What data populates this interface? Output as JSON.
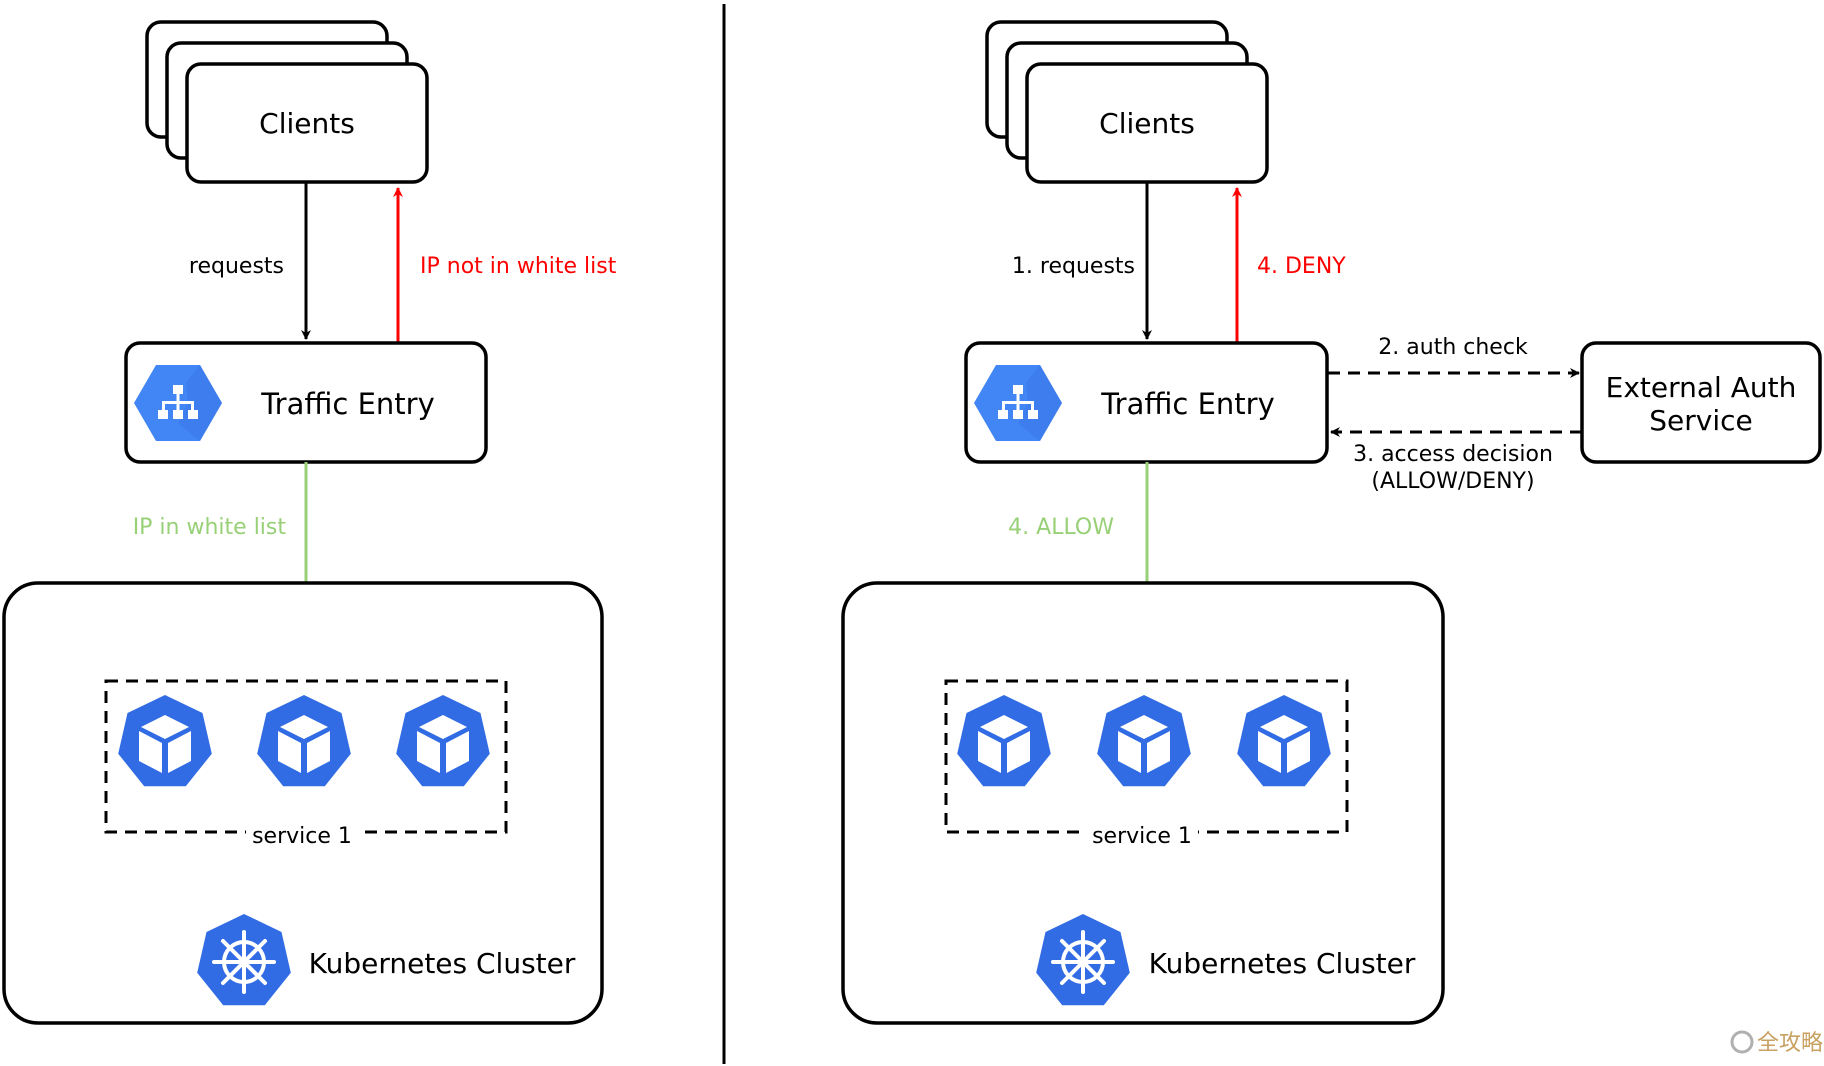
{
  "colors": {
    "black": "#000000",
    "deny": "#ff0000",
    "allow": "#97d077",
    "gcp_blue": "#4285f4",
    "k8s_blue": "#326ce5"
  },
  "left": {
    "clients": "Clients",
    "request_label": "requests",
    "deny_label": "IP not in white list",
    "traffic_entry": "Traffic Entry",
    "allow_label": "IP in white list",
    "service_label": "service 1",
    "cluster_label": "Kubernetes Cluster"
  },
  "right": {
    "clients": "Clients",
    "request_label": "1. requests",
    "deny_label": "4. DENY",
    "traffic_entry": "Traffic Entry",
    "auth_check_label": "2. auth check",
    "external_auth_line1": "External Auth",
    "external_auth_line2": "Service",
    "decision_line1": "3. access decision",
    "decision_line2": "(ALLOW/DENY)",
    "allow_label": "4. ALLOW",
    "service_label": "service 1",
    "cluster_label": "Kubernetes Cluster"
  },
  "icons": {
    "traffic_entry": "load-balancer-icon",
    "pod": "pod-cube-icon",
    "cluster": "kubernetes-helm-icon"
  },
  "watermark": "全攻略"
}
